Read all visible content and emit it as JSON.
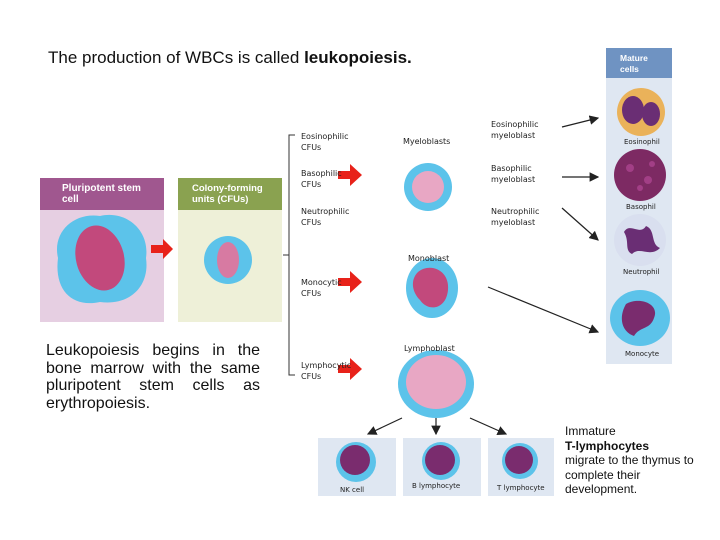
{
  "title": {
    "prefix": "The production of WBCs is called ",
    "bold": "leukopoiesis."
  },
  "pluripotent_header": "Pluripotent stem cell",
  "cfu_header": "Colony-forming units (CFUs)",
  "left_note": "Leukopoiesis begins in the bone marrow with the same pluripotent stem cells as erythropoiesis.",
  "cfu_labels": {
    "eosinophilic": "Eosinophilic CFUs",
    "basophilic": "Basophilic CFUs",
    "neutrophilic": "Neutrophilic CFUs",
    "monocytic": "Monocytic CFUs",
    "lymphocytic": "Lymphocytic CFUs"
  },
  "blast_labels": {
    "myeloblasts": "Myeloblasts",
    "monoblast": "Monoblast",
    "lymphoblast": "Lymphoblast"
  },
  "myelocyte_labels": {
    "eosinophilic": "Eosinophilic myeloblast",
    "basophilic": "Basophilic myeloblast",
    "neutrophilic": "Neutrophilic myeloblast"
  },
  "mature_header": "Mature cells",
  "mature_cells": [
    "Eosinophil",
    "Basophil",
    "Neutrophil",
    "Monocyte"
  ],
  "lymphocytes": [
    "NK cell",
    "B lymphocyte",
    "T lymphocyte"
  ],
  "right_note": {
    "line1": "Immature",
    "bold": "T-lymphocytes",
    "rest": "migrate to the thymus to complete their development."
  },
  "colors": {
    "arrow": "#e8221a",
    "cytoplasm": "#5cc3ea",
    "nucleus": "#c2497c",
    "mature_bg": "#dfe7f2"
  }
}
